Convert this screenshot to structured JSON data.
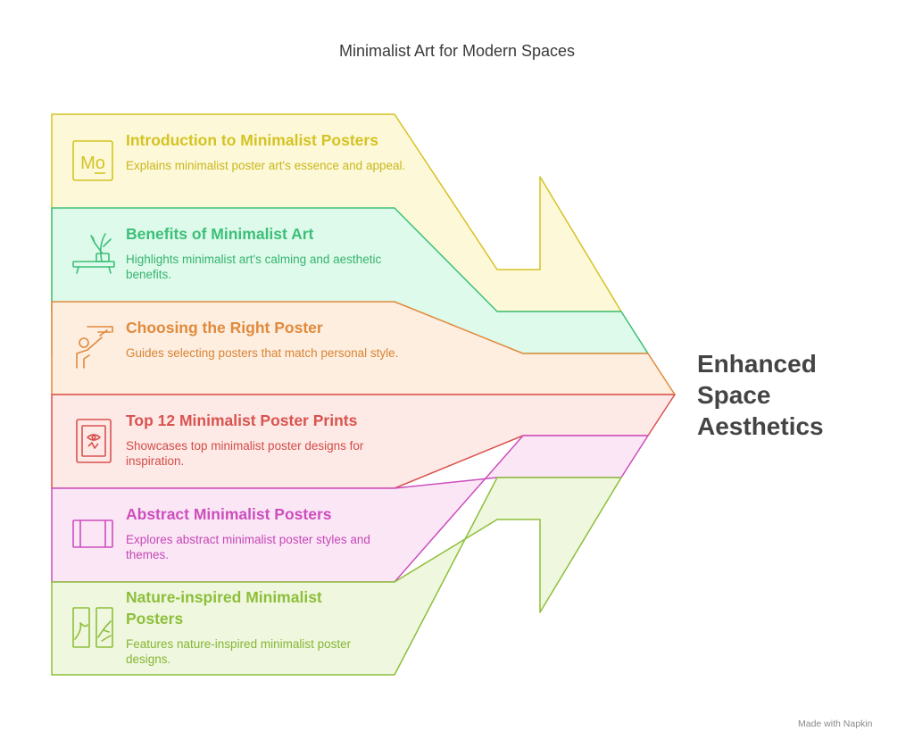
{
  "title": "Minimalist Art for Modern Spaces",
  "outcome": "Enhanced Space Aesthetics",
  "items": [
    {
      "title": "Introduction to Minimalist Posters",
      "description": "Explains minimalist poster art's essence and appeal.",
      "color": "#d4c323",
      "fill": "#fdf8d8",
      "icon": "mo-text-icon"
    },
    {
      "title": "Benefits of Minimalist Art",
      "description": "Highlights minimalist art's calming and aesthetic benefits.",
      "color": "#3cbf7a",
      "fill": "#defaea",
      "icon": "plant-shelf-icon"
    },
    {
      "title": "Choosing the Right Poster",
      "description": "Guides selecting posters that match personal style.",
      "color": "#e08a3c",
      "fill": "#fdeee0",
      "icon": "person-easel-icon"
    },
    {
      "title": "Top 12 Minimalist Poster Prints",
      "description": "Showcases top minimalist poster designs for inspiration.",
      "color": "#d9534f",
      "fill": "#fde9e6",
      "icon": "framed-print-icon"
    },
    {
      "title": "Abstract Minimalist Posters",
      "description": "Explores abstract minimalist poster styles and themes.",
      "color": "#cc4fbd",
      "fill": "#fbe6f6",
      "icon": "abstract-frame-icon"
    },
    {
      "title": "Nature-inspired Minimalist Posters",
      "description": "Features nature-inspired minimalist poster designs.",
      "color": "#8dbf3a",
      "fill": "#eff7df",
      "icon": "nature-panels-icon"
    }
  ],
  "watermark": "Made with Napkin"
}
